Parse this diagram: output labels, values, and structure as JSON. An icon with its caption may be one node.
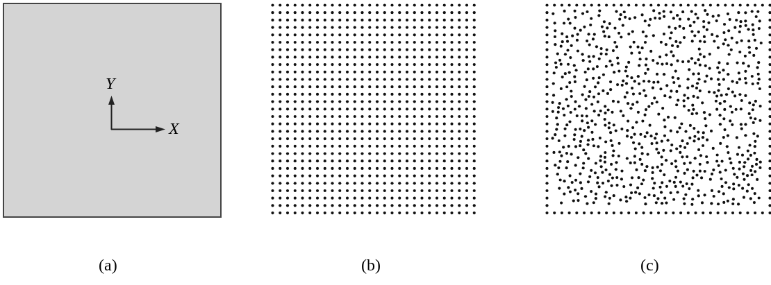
{
  "diagram": {
    "labels": [
      "Y",
      "X",
      "(a)",
      "(b)",
      "(c)"
    ]
  }
}
